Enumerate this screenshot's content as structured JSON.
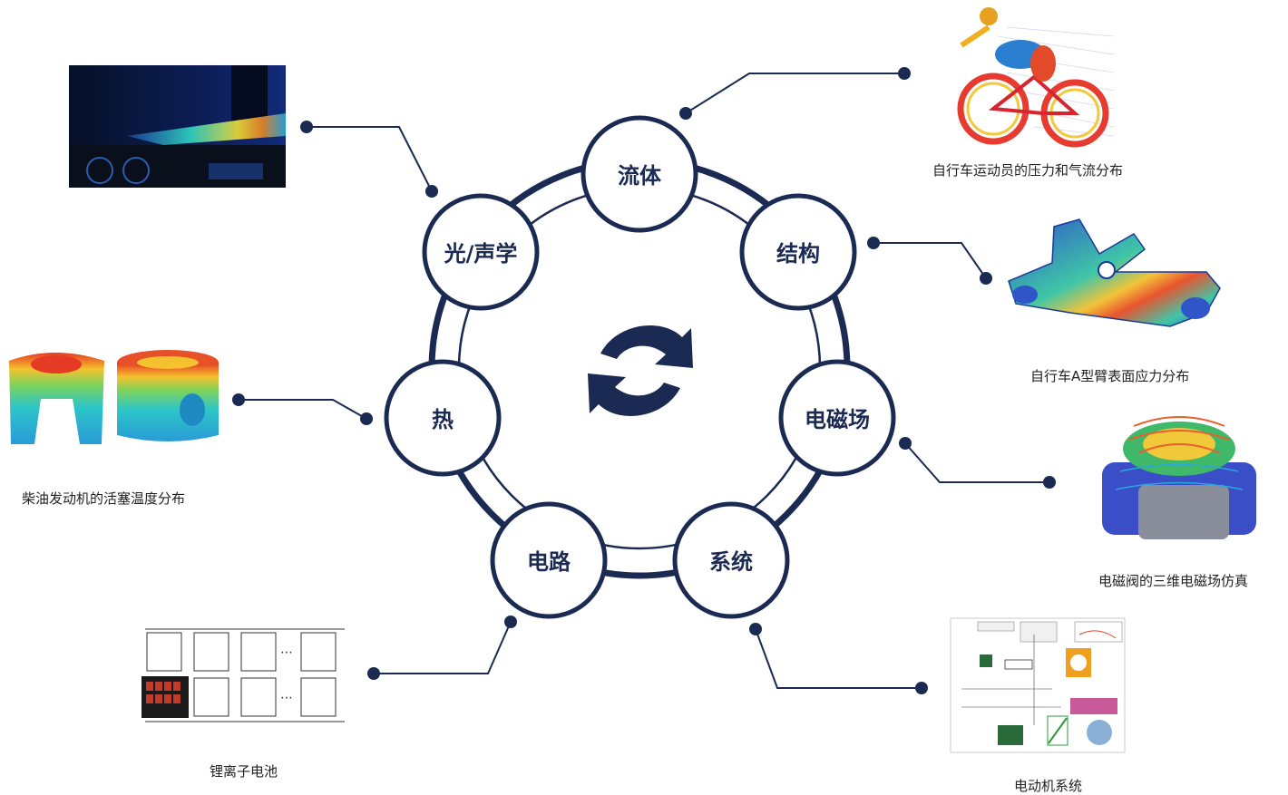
{
  "colors": {
    "navy": "#1b2a52",
    "ring_fill": "#ffffff"
  },
  "center_icon": "refresh-cycle-icon",
  "nodes": {
    "fluid": "流体",
    "structure": "结构",
    "em": "电磁场",
    "system": "系统",
    "circuit": "电路",
    "heat": "热",
    "optics": "光/声学"
  },
  "captions": {
    "bicycle": "自行车运动员的压力和气流分布",
    "arm": "自行车A型臂表面应力分布",
    "valve": "电磁阀的三维电磁场仿真",
    "motor": "电动机系统",
    "battery": "锂离子电池",
    "piston": "柴油发动机的活塞温度分布"
  }
}
